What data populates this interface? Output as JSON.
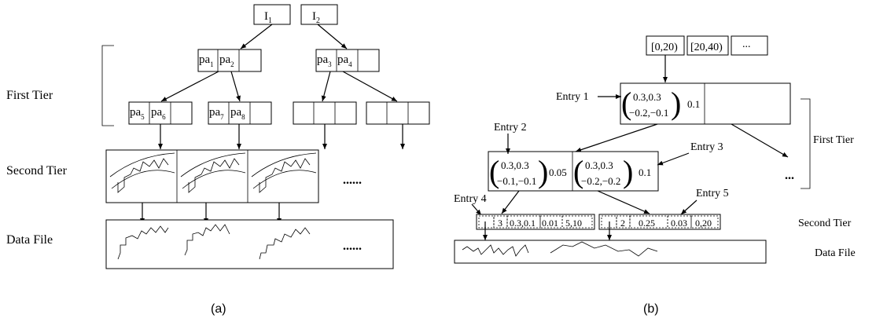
{
  "panel_a": {
    "caption": "(a)",
    "tiers": {
      "first": "First Tier",
      "second": "Second Tier",
      "data": "Data File"
    },
    "roots": [
      {
        "base": "I",
        "sub": "1"
      },
      {
        "base": "I",
        "sub": "2"
      }
    ],
    "nodes": [
      {
        "base": "pa",
        "sub": "1"
      },
      {
        "base": "pa",
        "sub": "2"
      },
      {
        "base": "pa",
        "sub": "3"
      },
      {
        "base": "pa",
        "sub": "4"
      },
      {
        "base": "pa",
        "sub": "5"
      },
      {
        "base": "pa",
        "sub": "6"
      },
      {
        "base": "pa",
        "sub": "7"
      },
      {
        "base": "pa",
        "sub": "8"
      }
    ],
    "ellipsis": "......"
  },
  "panel_b": {
    "caption": "(b)",
    "tiers": {
      "first": "First Tier",
      "second": "Second Tier",
      "data": "Data File"
    },
    "ranges": [
      "[0,20)",
      "[20,40)",
      "..."
    ],
    "entries": [
      "Entry 1",
      "Entry 2",
      "Entry 3",
      "Entry 4",
      "Entry 5"
    ],
    "root_node": {
      "top": "0.3,0.3",
      "bottom": "−0.2,−0.1",
      "value": "0.1"
    },
    "child_node": [
      {
        "top": "0.3,0.3",
        "bottom": "−0.1,−0.1",
        "value": "0.05"
      },
      {
        "top": "0.3,0.3",
        "bottom": "−0.2,−0.2",
        "value": "0.1"
      }
    ],
    "leaf_left": [
      "3",
      "0.3,0.1",
      "0.01",
      "5,10"
    ],
    "leaf_right": [
      "2",
      "0.25",
      "0.03",
      "0,20"
    ],
    "ellipsis": "..."
  }
}
